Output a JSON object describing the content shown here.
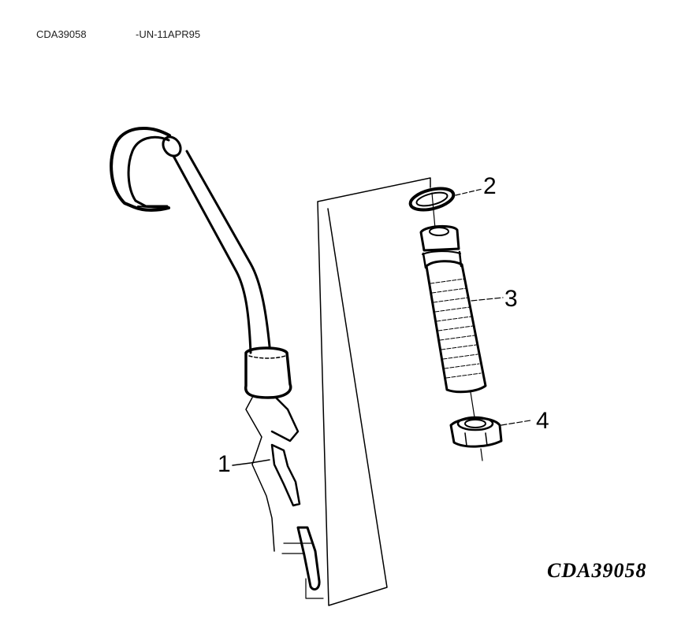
{
  "header": {
    "code": "CDA39058",
    "stamp": "-UN-11APR95"
  },
  "figure": {
    "id_label": "CDA39058",
    "callouts": [
      {
        "number": "1",
        "part": "dipstick-tube"
      },
      {
        "number": "2",
        "part": "washer"
      },
      {
        "number": "3",
        "part": "threaded-fitting"
      },
      {
        "number": "4",
        "part": "hex-nut"
      }
    ]
  },
  "colors": {
    "line": "#000000",
    "background": "#ffffff"
  }
}
